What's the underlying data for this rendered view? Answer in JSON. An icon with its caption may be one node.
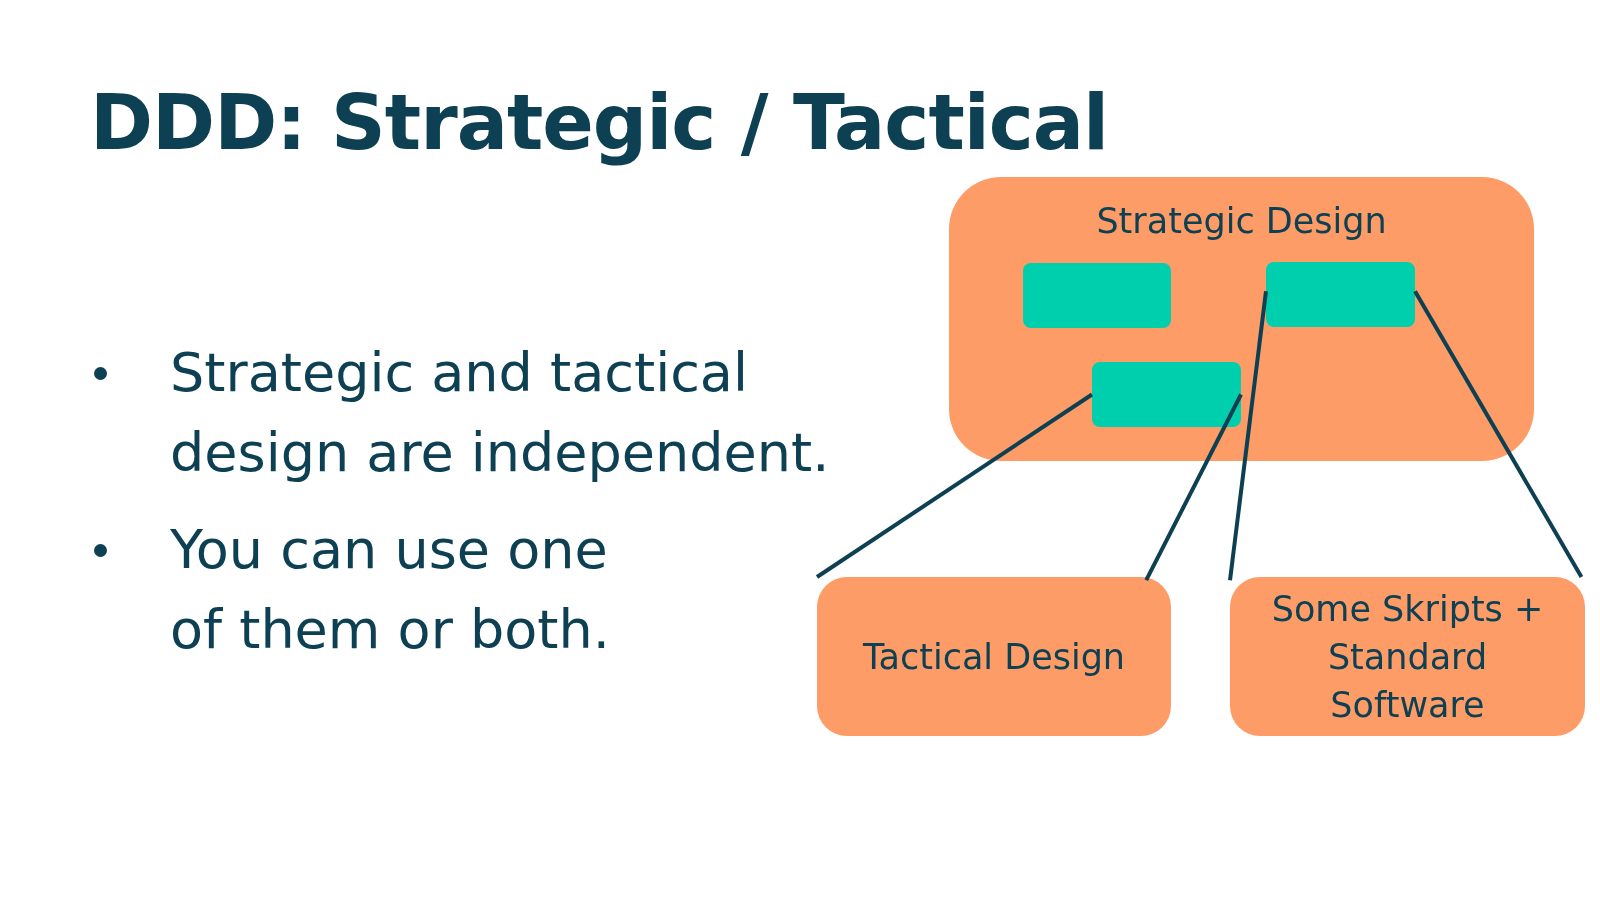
{
  "diagram": {
    "title": "DDD: Strategic / Tactical",
    "nodes": [
      {
        "text": [
          "Strategic Design"
        ]
      },
      {
        "text": [],
        "shape": "box",
        "in": 0
      },
      {
        "text": [],
        "shape": "box",
        "in": 0
      },
      {
        "text": [],
        "shape": "box",
        "in": 0
      },
      {
        "text": [
          "Tactical Design"
        ]
      },
      {
        "text": [
          "Some Skripts + Standard Software"
        ]
      }
    ],
    "edges": [
      {
        "from": 3,
        "to": 4,
        "arrow": "none"
      },
      {
        "from": 3,
        "to": 4,
        "arrow": "none"
      },
      {
        "from": 2,
        "to": 5,
        "arrow": "none"
      },
      {
        "from": 2,
        "to": 5,
        "arrow": "none"
      }
    ],
    "labels": [
      "Strategic and tactical design are independent.",
      "You can use one of them or both."
    ]
  }
}
